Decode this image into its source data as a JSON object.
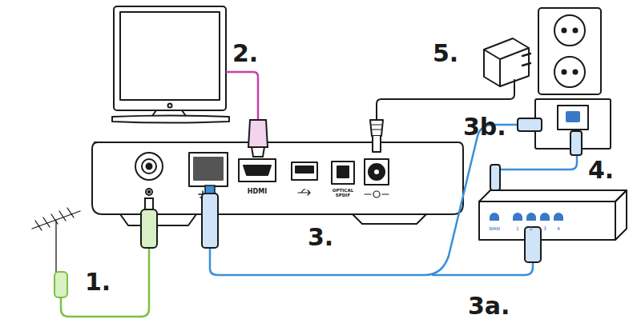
{
  "diagram": {
    "labels": [
      "1.",
      "2.",
      "3.",
      "3a.",
      "3b.",
      "4.",
      "5.",
      "HDMI",
      "OPTICAL SPDIF",
      "WAN",
      "1",
      "2",
      "3",
      "4"
    ]
  }
}
